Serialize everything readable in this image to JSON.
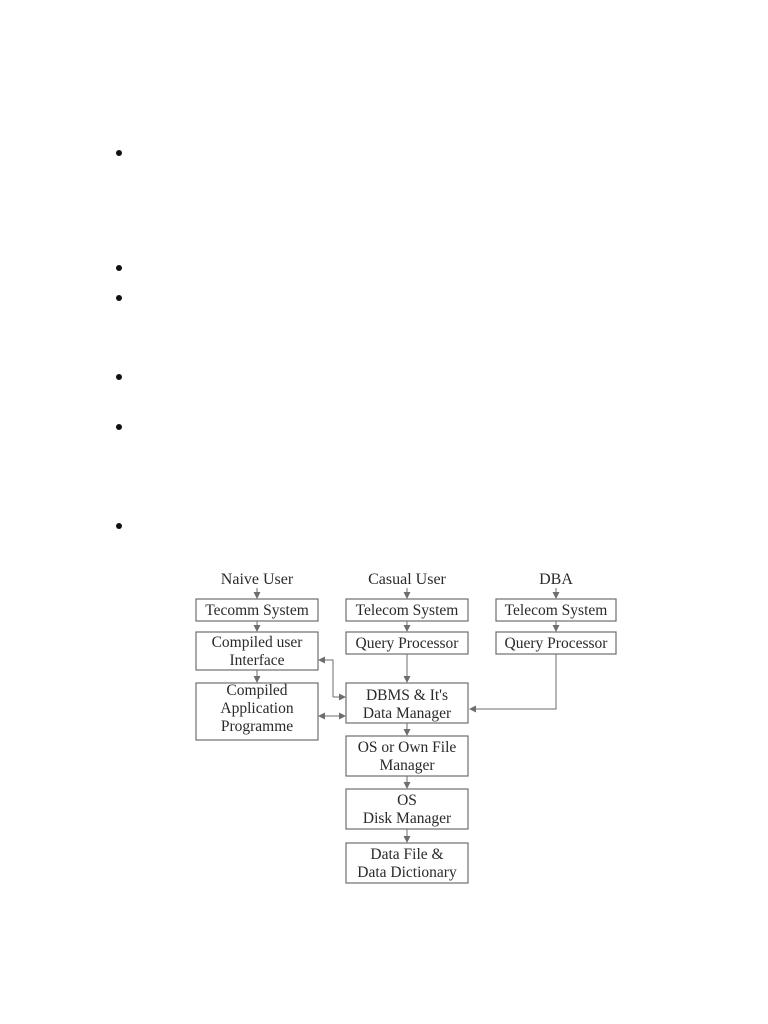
{
  "diagram": {
    "headers": {
      "naive": "Naive User",
      "casual": "Casual User",
      "dba": "DBA"
    },
    "boxes": {
      "tecomm_system": [
        "Tecomm System"
      ],
      "compiled_ui": [
        "Compiled user",
        "Interface"
      ],
      "compiled_app": [
        "Compiled",
        "Application",
        "Programme"
      ],
      "telecom_casual": [
        "Telecom System"
      ],
      "query_casual": [
        "Query Processor"
      ],
      "telecom_dba": [
        "Telecom System"
      ],
      "query_dba": [
        "Query Processor"
      ],
      "dbms": [
        "DBMS & It's",
        "Data Manager"
      ],
      "os_file": [
        "OS or Own File",
        "Manager"
      ],
      "os_disk": [
        "OS",
        "Disk Manager"
      ],
      "data_file": [
        "Data File &",
        "Data Dictionary"
      ]
    }
  },
  "colors": {
    "border": "#6e6e6e",
    "text": "#2a2a2a",
    "bullet": "#111111"
  }
}
